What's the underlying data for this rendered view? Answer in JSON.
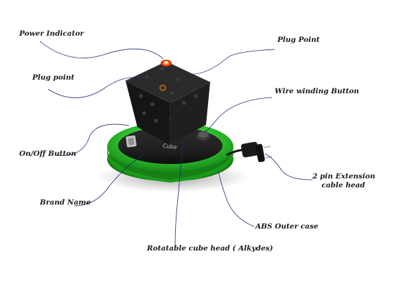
{
  "labels": {
    "power_indicator": "Power Indicator",
    "plug_point_top": "Plug Point",
    "plug_point_left": "Plug point",
    "wire_winding_button": "Wire winding Button",
    "on_off_button": "On/Off Button",
    "extension_line1": "2 pin Extension",
    "extension_line2": "cable head",
    "brand_name": "Brand Name",
    "abs_outer_case": "ABS Outer case",
    "rotatable_head": "Rotatable cube head ( Alkydes)"
  },
  "product": {
    "brand_text": "Cube"
  },
  "colors": {
    "base_green": "#3bd43b",
    "cube_black": "#1a1a1a",
    "leader_line": "#1c2a6e",
    "indicator": "#ff5a1f"
  }
}
